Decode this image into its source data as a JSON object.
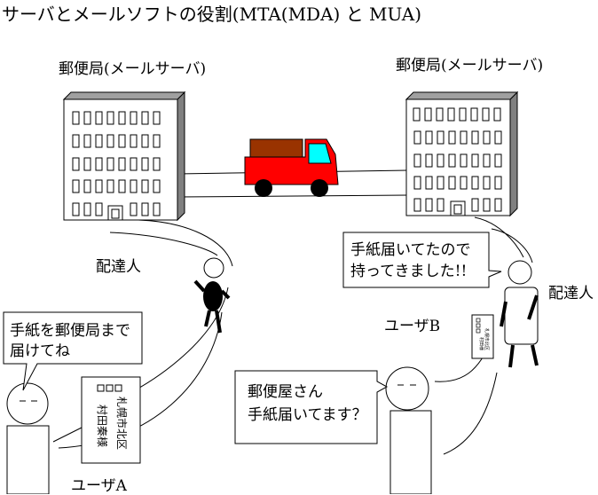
{
  "title": "サーバとメールソフトの役割(MTA(MDA) と MUA)",
  "server_left_label": "郵便局(メールサーバ)",
  "server_right_label": "郵便局(メールサーバ)",
  "carrier_left_label": "配達人",
  "carrier_right_label": "配達人",
  "user_a_label": "ユーザA",
  "user_b_label": "ユーザB",
  "bubble_user_a": [
    "手紙を郵便局まで",
    "届けてね"
  ],
  "bubble_carrier_b": [
    "手紙届いてたので",
    "持ってきました!!"
  ],
  "bubble_user_b": [
    "郵便屋さん",
    "手紙届いてます？"
  ],
  "letter_a": {
    "address": "札幌市北区",
    "name": "村田秦様"
  },
  "letter_b": {
    "address": "札幌市北区",
    "name": "村田様"
  },
  "colors": {
    "truck_body": "#ff0000",
    "truck_cargo": "#993300",
    "truck_window": "#00ffff",
    "building_side": "#808080"
  }
}
